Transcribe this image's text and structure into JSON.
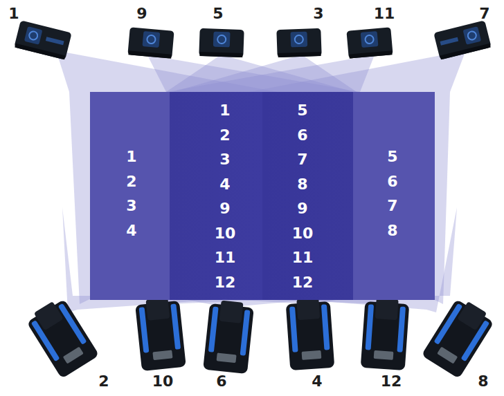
{
  "diagram": {
    "nodes": [
      {
        "text": [
          "1 2 3 4",
          "1 2 3 4 9 10 11 12",
          "5 6 7 8 9 10 11 12",
          "5 6 7 8"
        ]
      }
    ],
    "labels": [
      "1",
      "9",
      "5",
      "3",
      "11",
      "7",
      "2",
      "10",
      "6",
      "4",
      "12",
      "8"
    ]
  }
}
